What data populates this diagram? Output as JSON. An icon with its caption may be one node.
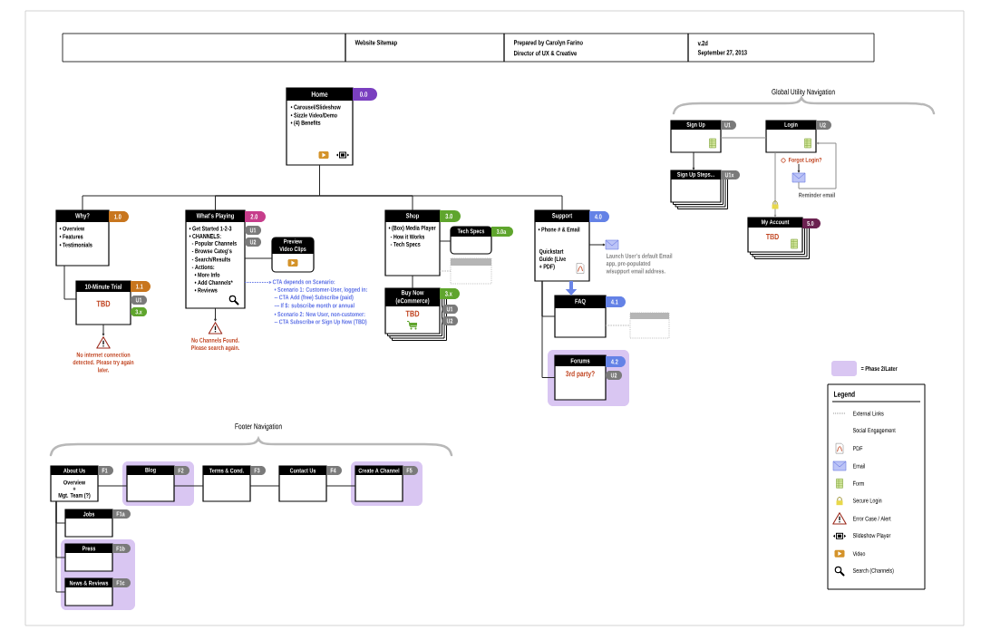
{
  "diagram": {
    "nodes": [
      {
        "text": [
          "Home",
          "• Carousel/Slideshow",
          "• Sizzle Video/Demo",
          "• (4) Benefits"
        ],
        "beside": [
          "0.0"
        ]
      },
      {
        "text": [
          "Why?",
          "• Overview",
          "• Features",
          "• Testimonials"
        ],
        "beside": [
          "1.0"
        ]
      },
      {
        "text": [
          "10-Minute Trial",
          "TBD"
        ],
        "beside": [
          "1.1",
          "U1",
          "3.x"
        ]
      },
      {
        "text": [],
        "shape": "picture",
        "beside": [
          "No internet connection detected. Please try again later."
        ]
      },
      {
        "text": [
          "What's Playing",
          "• Get Started 1-2-3",
          "• CHANNELS:",
          "- Popular Channels",
          "- Browse Categ's",
          "- Search/Results",
          "- Actions:",
          "• More Info",
          "• Add Channels*",
          "• Reviews"
        ],
        "beside": [
          "2.0",
          "U1",
          "U2"
        ]
      },
      {
        "text": [
          "Preview Video Clips"
        ]
      },
      {
        "text": [],
        "shape": "picture",
        "beside": [
          "No Channels Found. Please search again."
        ]
      },
      {
        "text": [
          "CTA depends on Scenario:",
          "• Scenario 1: Customer-User, logged in:",
          "-- CTA Add (free) Subscribe (paid)",
          "--- If $: subscribe month or annual",
          "• Scenario 2: New User, non-customer:",
          "-- CTA Subscribe or Sign Up Now (TBD)"
        ]
      },
      {
        "text": [
          "Shop",
          "• (Box) Media Player",
          "- How it Works",
          "- Tech Specs"
        ],
        "beside": [
          "3.0"
        ]
      },
      {
        "text": [
          "Tech Specs"
        ],
        "beside": [
          "3.0a"
        ]
      },
      {
        "text": [],
        "shape": "box"
      },
      {
        "text": [
          "Buy Now (eCommerce)",
          "TBD"
        ],
        "beside": [
          "3.x",
          "U1",
          "U2"
        ]
      },
      {
        "text": [
          "Support",
          "• Phone # & Email",
          "Quickstart Guide (Live + PDF)"
        ],
        "beside": [
          "4.0"
        ]
      },
      {
        "text": [],
        "shape": "picture",
        "beside": [
          "Launch User's default Email app, pre-populated w/support email address."
        ]
      },
      {
        "text": [
          "FAQ"
        ],
        "beside": [
          "4.1"
        ]
      },
      {
        "text": [],
        "shape": "box"
      },
      {
        "text": [
          "Forums",
          "3rd party?"
        ],
        "beside": [
          "4.2",
          "U2"
        ]
      },
      {
        "text": [
          "Sign Up"
        ],
        "beside": [
          "U1"
        ]
      },
      {
        "text": [
          "Login"
        ],
        "beside": [
          "U2"
        ]
      },
      {
        "text": [
          "Sign Up Steps..."
        ],
        "beside": [
          "U1x"
        ]
      },
      {
        "text": [
          "Forgot Login?"
        ]
      },
      {
        "text": [],
        "shape": "picture"
      },
      {
        "text": [
          "My Account",
          "TBD"
        ],
        "beside": [
          "5.0"
        ]
      },
      {
        "text": [
          "About Us",
          "Overview",
          "+",
          "Mgt. Team (?)"
        ],
        "beside": [
          "F1"
        ]
      },
      {
        "text": [
          "Blog"
        ],
        "beside": [
          "F2"
        ]
      },
      {
        "text": [
          "Terms & Cond."
        ],
        "beside": [
          "F3"
        ]
      },
      {
        "text": [
          "Contact Us"
        ],
        "beside": [
          "F4"
        ]
      },
      {
        "text": [
          "Create A Channel"
        ],
        "beside": [
          "F5"
        ]
      },
      {
        "text": [
          "Jobs"
        ],
        "beside": [
          "F1a"
        ]
      },
      {
        "text": [
          "Press"
        ],
        "beside": [
          "F1b"
        ]
      },
      {
        "text": [
          "News & Reviews"
        ],
        "beside": [
          "F1c"
        ]
      }
    ],
    "edges": [
      {
        "from": 0,
        "to": 1,
        "arrow": "none"
      },
      {
        "from": 0,
        "to": 4,
        "arrow": "none"
      },
      {
        "from": 0,
        "to": 8,
        "arrow": "none"
      },
      {
        "from": 0,
        "to": 12,
        "arrow": "none"
      },
      {
        "from": 1,
        "to": 2,
        "arrow": "none"
      },
      {
        "from": 2,
        "to": 3,
        "arrow": "to"
      },
      {
        "from": 4,
        "to": 5,
        "arrow": "none"
      },
      {
        "from": 4,
        "to": 6,
        "arrow": "to"
      },
      {
        "from": 4,
        "to": 7,
        "arrow": "to",
        "style": "dashed",
        "color": "#5b6fe6"
      },
      {
        "from": 8,
        "to": 9,
        "arrow": "none"
      },
      {
        "from": 8,
        "to": 10,
        "arrow": "none",
        "style": "dashed",
        "color": "#b5b5b5"
      },
      {
        "from": 8,
        "to": 11,
        "arrow": "none"
      },
      {
        "from": 12,
        "to": 13,
        "arrow": "to"
      },
      {
        "from": 12,
        "to": 14,
        "arrow": "to",
        "style": "thick",
        "color": "#6a85e8"
      },
      {
        "from": 12,
        "to": 14,
        "arrow": "none"
      },
      {
        "from": 12,
        "to": 16,
        "arrow": "none"
      },
      {
        "from": 14,
        "to": 15,
        "arrow": "none",
        "style": "dashed",
        "color": "#b5b5b5"
      },
      {
        "from": 17,
        "to": 18,
        "arrow": "none",
        "color": "#8c8c8c"
      },
      {
        "from": 17,
        "to": 19,
        "arrow": "to"
      },
      {
        "from": 20,
        "to": 21,
        "arrow": "to"
      },
      {
        "from": 21,
        "to": 18,
        "arrow": "to",
        "label": "Reminder email",
        "color": "#8c8c8c"
      },
      {
        "from": 18,
        "to": 22,
        "arrow": "to",
        "color": "#8c8c8c"
      },
      {
        "from": 23,
        "to": 24,
        "arrow": "none"
      },
      {
        "from": 24,
        "to": 25,
        "arrow": "none"
      },
      {
        "from": 25,
        "to": 26,
        "arrow": "none"
      },
      {
        "from": 26,
        "to": 27,
        "arrow": "none"
      },
      {
        "from": 23,
        "to": 28,
        "arrow": "none"
      },
      {
        "from": 23,
        "to": 29,
        "arrow": "none"
      },
      {
        "from": 23,
        "to": 30,
        "arrow": "none"
      }
    ],
    "labels": [
      "Website Sitemap",
      "Prepared by Carolyn Farino",
      "Director of UX & Creative",
      "v.2d",
      "September 27, 2013",
      "Global Utility Navigation",
      "Footer Navigation",
      "Legend"
    ],
    "legend": [
      {
        "text": "= Phase 2/Later",
        "color": "#d9c6f2"
      },
      {
        "text": "External Links"
      },
      {
        "text": "Social Engagement"
      },
      {
        "text": "PDF"
      },
      {
        "text": "Email"
      },
      {
        "text": "Form"
      },
      {
        "text": "Secure Login"
      },
      {
        "text": "Error Case / Alert"
      },
      {
        "text": "Slideshow Player"
      },
      {
        "text": "Video"
      },
      {
        "text": "Search (Channels)"
      }
    ]
  }
}
